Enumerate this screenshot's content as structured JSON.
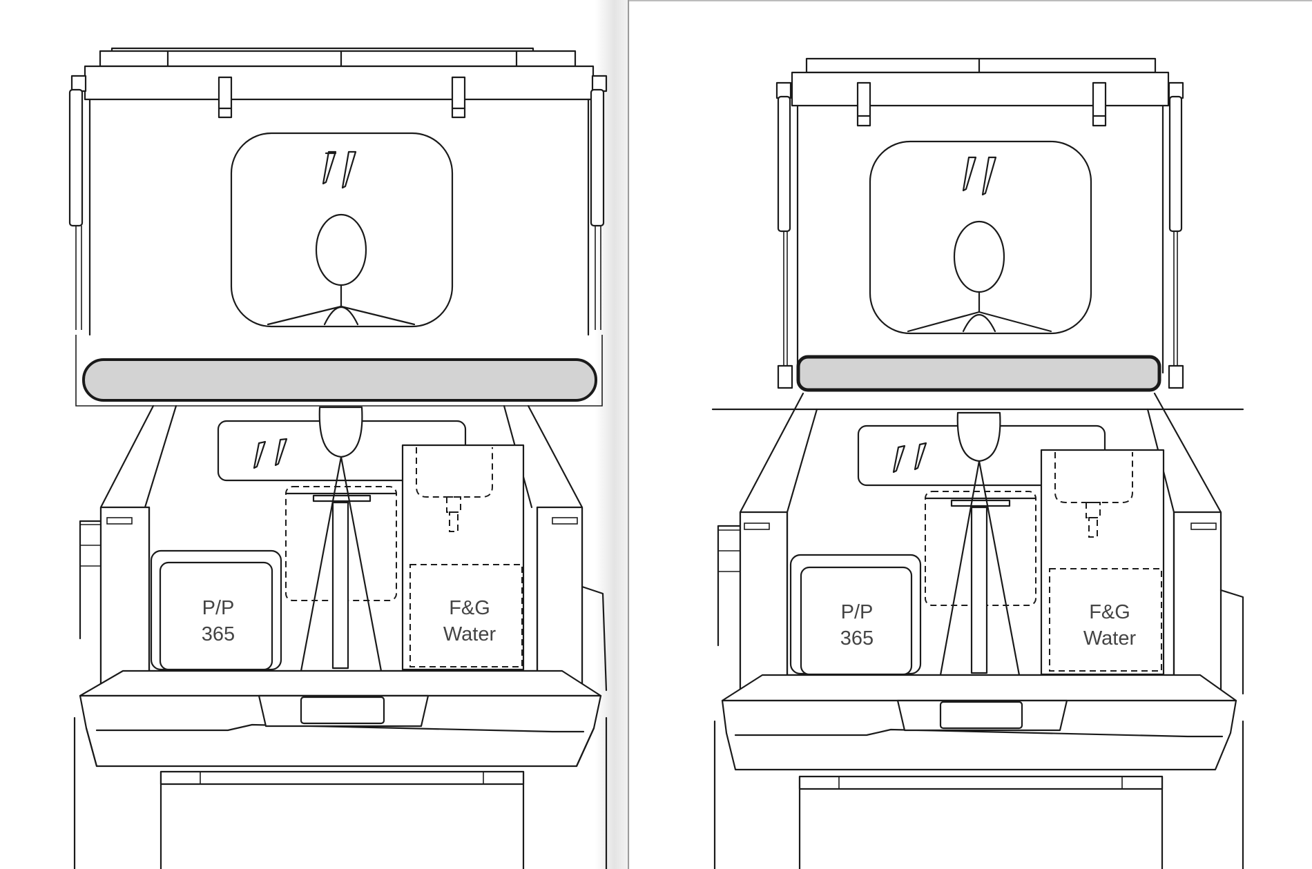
{
  "panels": [
    {
      "id": "left",
      "storage_label_line1": "P/P",
      "storage_label_line2": "365",
      "tank_label_line1": "F&G",
      "tank_label_line2": "Water"
    },
    {
      "id": "right",
      "storage_label_line1": "P/P",
      "storage_label_line2": "365",
      "tank_label_line1": "F&G",
      "tank_label_line2": "Water"
    }
  ],
  "colors": {
    "line": "#1a1a1a",
    "highlight_bar": "#d3d3d3",
    "label_text": "#444444",
    "page_gap": "#ececec"
  }
}
